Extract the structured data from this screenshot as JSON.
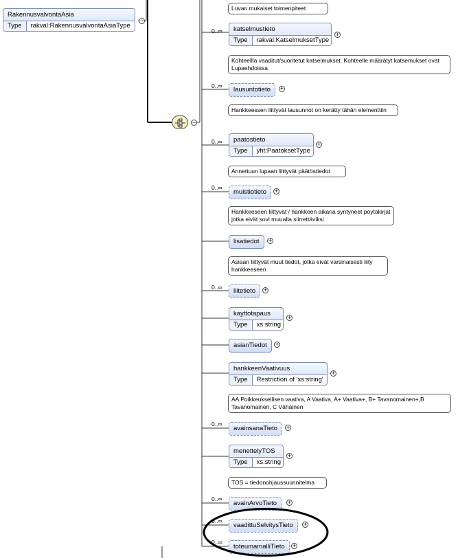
{
  "root": {
    "name": "RakennusvalvontaAsia",
    "type_key": "Type",
    "type_value": "rakval:RakennusvalvontaAsiaType"
  },
  "top_annotation": "Luvan mukaiset toimenpiteet",
  "elements": [
    {
      "name": "katselmustieto",
      "multiplicity": "0..∞",
      "type_key": "Type",
      "type_value": "rakval:KatselmuksetType",
      "annotation": "Kohteellla vaaditut/suoritetut katselmukset. Kohteelle määrätyt katsemukset ovat Lupaehdoissa"
    },
    {
      "name": "lausuntotieto",
      "multiplicity": "0..∞",
      "annotation": "Hankkeessen liittyvät lausunnot on kerätty tähän elementtiin"
    },
    {
      "name": "paatostieto",
      "multiplicity": "0..∞",
      "type_key": "Type",
      "type_value": "yht:PaatoksetType",
      "annotation": "Annettuun lupaan liittyvät päätöstiedot"
    },
    {
      "name": "muistiotieto",
      "multiplicity": "0..∞",
      "annotation": "Hankkeeseen liittyvät / hankkeen aikana syntyneet pöytäkirjat jotka eivät sovi muualla siirrettäviksi"
    },
    {
      "name": "lisatiedot",
      "multiplicity": "",
      "annotation": "Asiaan liittyvät muut tiedot, jotka eivät varsinaisesti liity hankkeeseen"
    },
    {
      "name": "liitetieto",
      "multiplicity": "0..∞"
    },
    {
      "name": "kayttotapaus",
      "multiplicity": "",
      "type_key": "Type",
      "type_value": "xs:string"
    },
    {
      "name": "asianTiedot",
      "multiplicity": ""
    },
    {
      "name": "hankkeenVaativuus",
      "multiplicity": "",
      "type_key": "Type",
      "type_value": "Restriction of 'xs:string'",
      "annotation": "AA Poikkeuksellisen vaativa, A Vaativa, A+ Vaativa+, B+ Tavanomainen+,B Tavanomainen, C Vähäinen"
    },
    {
      "name": "avainsanaTieto",
      "multiplicity": "0..∞"
    },
    {
      "name": "menettelyTOS",
      "multiplicity": "",
      "type_key": "Type",
      "type_value": "xs:string",
      "annotation": "TOS = tiedonohjaussuunnitelma"
    },
    {
      "name": "avainArvoTieto",
      "multiplicity": "0..∞"
    },
    {
      "name": "vaadittuSelvitysTieto",
      "multiplicity": "0..∞"
    },
    {
      "name": "toteumamalliTieto",
      "multiplicity": "0..∞"
    }
  ],
  "symbols": {
    "expand": "+",
    "collapse": "−"
  },
  "colors": {
    "box_top": "#f4f8ff",
    "box_bottom": "#cfdcf5",
    "box_border": "#7b8db5",
    "highlight": "#000000"
  }
}
